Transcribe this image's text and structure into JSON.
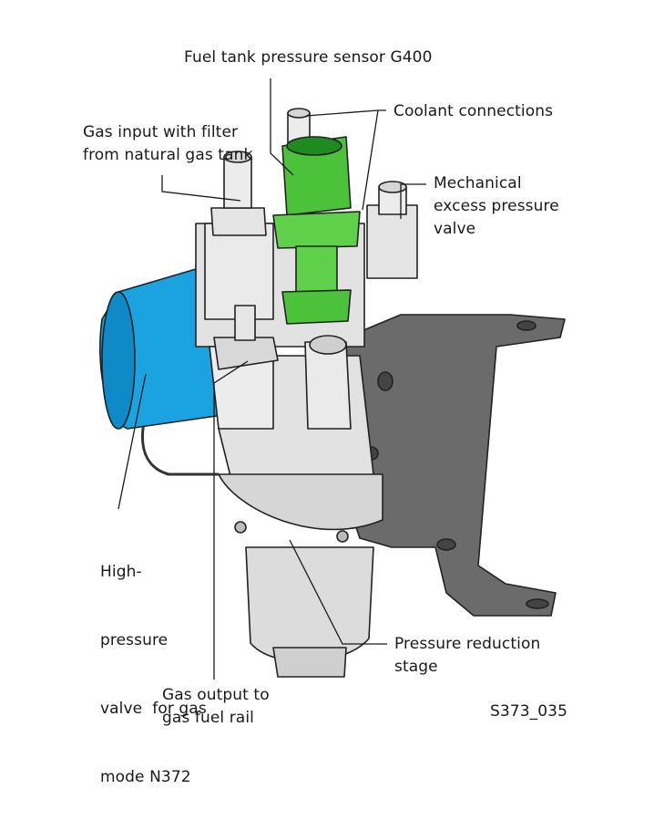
{
  "figure_id": "S373_035",
  "labels": {
    "fuel_sensor": [
      "Fuel tank pressure sensor G400"
    ],
    "coolant": [
      "Coolant connections"
    ],
    "gas_input": [
      "Gas input with filter",
      "from natural gas tank"
    ],
    "mechanical_valve": [
      "Mechanical",
      "excess pressure",
      "valve"
    ],
    "high_pressure_valve": [
      "High-",
      "pressure",
      "valve  for gas",
      "mode N372"
    ],
    "pressure_reduction": [
      "Pressure reduction",
      "stage"
    ],
    "gas_output": [
      "Gas output to",
      "gas fuel rail"
    ]
  },
  "colors": {
    "solenoid": "#1aa3e0",
    "sensor": "#4cc23a",
    "body": "#e2e2e2",
    "bracket": "#6b6b6b",
    "line": "#1a1a1a"
  }
}
